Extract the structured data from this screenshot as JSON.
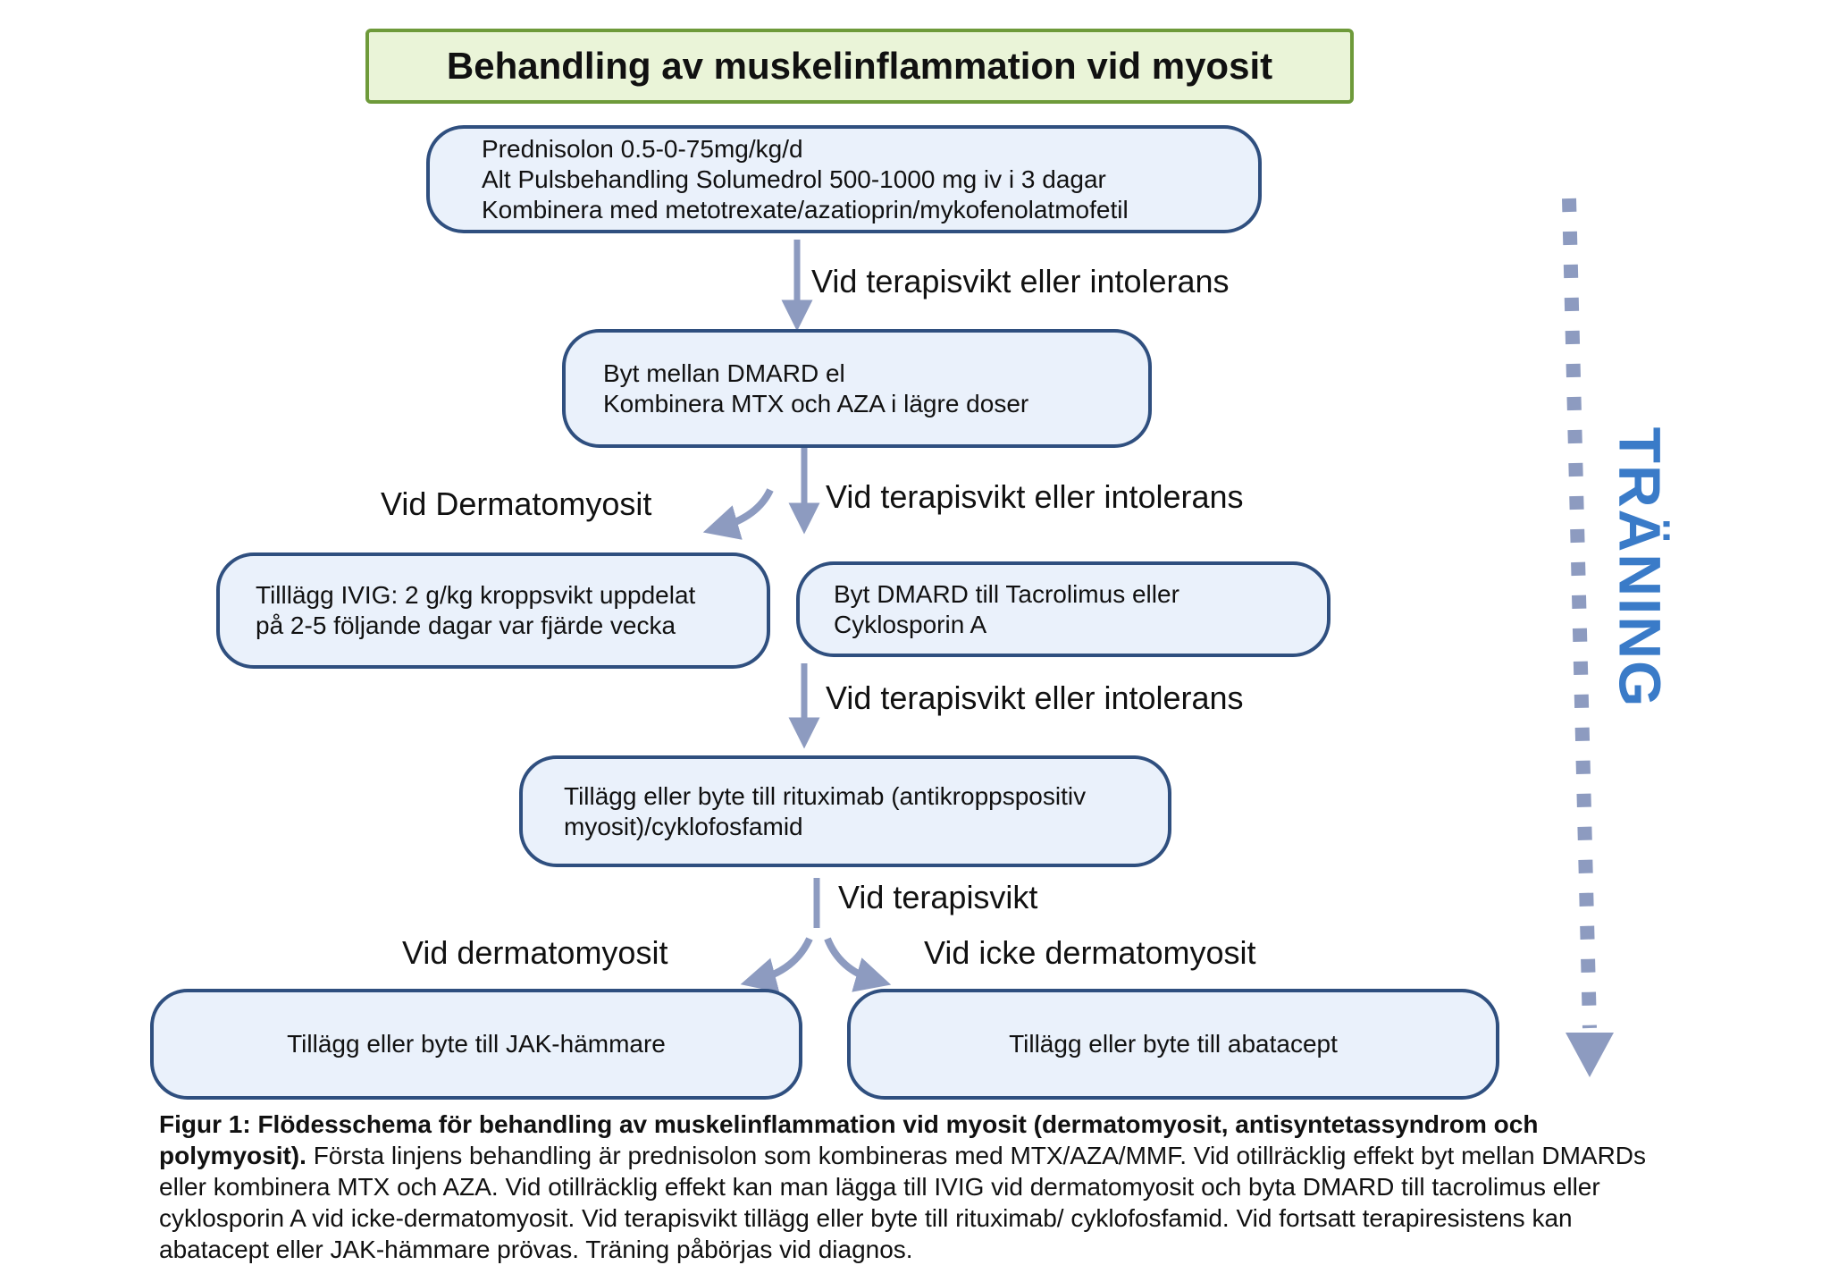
{
  "title": "Behandling av muskelinflammation vid myosit",
  "boxes": {
    "step1": [
      "Prednisolon 0.5-0-75mg/kg/d",
      "Alt Pulsbehandling Solumedrol 500-1000 mg iv i 3 dagar",
      "Kombinera med metotrexate/azatioprin/mykofenolatmofetil"
    ],
    "step2": [
      "Byt mellan DMARD el",
      "Kombinera MTX och AZA i lägre doser"
    ],
    "ivig": [
      "Tilllägg IVIG: 2 g/kg kroppsvikt uppdelat",
      "på 2-5 följande dagar var fjärde vecka"
    ],
    "dmard": [
      "Byt DMARD till Tacrolimus eller",
      "Cyklosporin A"
    ],
    "rituximab": [
      "Tillägg eller byte till rituximab (antikroppspositiv",
      "myosit)/cyklofosfamid"
    ],
    "jak": "Tillägg eller byte till JAK-hämmare",
    "abatacept": "Tillägg eller byte till abatacept"
  },
  "labels": {
    "failure1": "Vid terapisvikt eller intolerans",
    "failure2": "Vid terapisvikt eller intolerans",
    "failure3": "Vid terapisvikt eller intolerans",
    "dermatomyosit_upper": "Vid Dermatomyosit",
    "failure_only": "Vid terapisvikt",
    "dermatomyosit_lower": "Vid dermatomyosit",
    "non_dermatomyosit": "Vid icke dermatomyosit"
  },
  "side_label": "TRÄNING",
  "caption": {
    "lead": "Figur 1: Flödesschema för behandling av muskelinflammation vid myosit (dermatomyosit, antisyntetassyndrom och polymyosit).",
    "body": " Första linjens behandling är prednisolon som kombineras med MTX/AZA/MMF. Vid otillräcklig effekt byt mellan DMARDs eller kombinera MTX och AZA. Vid otillräcklig effekt kan man lägga till IVIG vid dermatomyosit och byta DMARD till tacrolimus eller cyklosporin A vid icke-dermatomyosit. Vid terapisvikt tillägg eller byte till rituximab/ cyklofosfamid. Vid fortsatt terapiresistens kan abatacept eller JAK-hämmare prövas. Träning påbörjas vid diagnos."
  },
  "colors": {
    "arrow": "#8d9bc0",
    "box_border": "#2f4f7f",
    "box_fill": "#eaf1fb",
    "title_border": "#6e9a3a",
    "title_fill": "#eaf4d8",
    "training_text": "#3a7bc8"
  }
}
